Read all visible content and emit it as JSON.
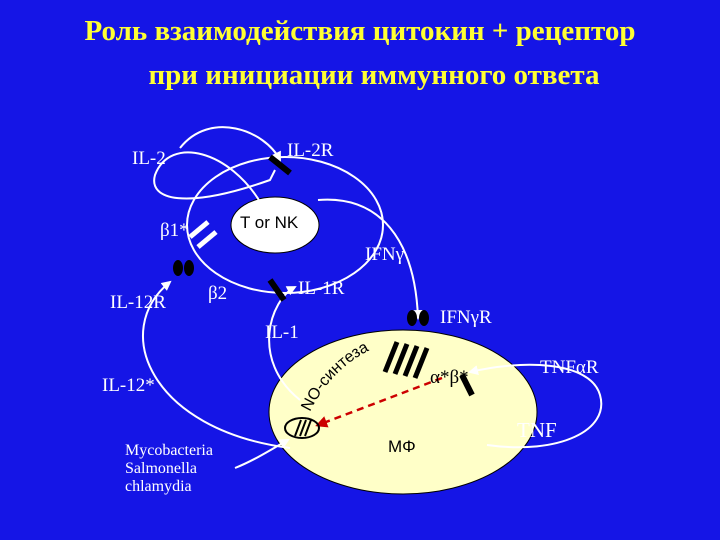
{
  "title": {
    "line1": "Роль взаимодействия цитокин + рецептор",
    "line2": "при инициации иммунного ответа"
  },
  "labels": {
    "il2": "IL-2",
    "il2r": "IL-2R",
    "b1": "β1*",
    "t_or_nk": "T or NK",
    "ifng": "IFNγ",
    "il12r": "IL-12R",
    "b2": "β2",
    "il1r": "IL-1R",
    "ifngr": "IFNγR",
    "il1": "IL-1",
    "no_synthase": "NO-синтеза",
    "ab": "α*β*",
    "tnfar": "TNFαR",
    "il12": "IL-12*",
    "tnf": "TNF",
    "pathogens": [
      "Mycobacteria",
      "Salmonella",
      "chlamydia"
    ],
    "macrophage": "MΦ"
  },
  "colors": {
    "background": "#1515e6",
    "title": "#ffff33",
    "macrophage_cell": "#ffffc8",
    "t_cell": "#ffffff",
    "arrow_dashed": "#cc0000"
  }
}
